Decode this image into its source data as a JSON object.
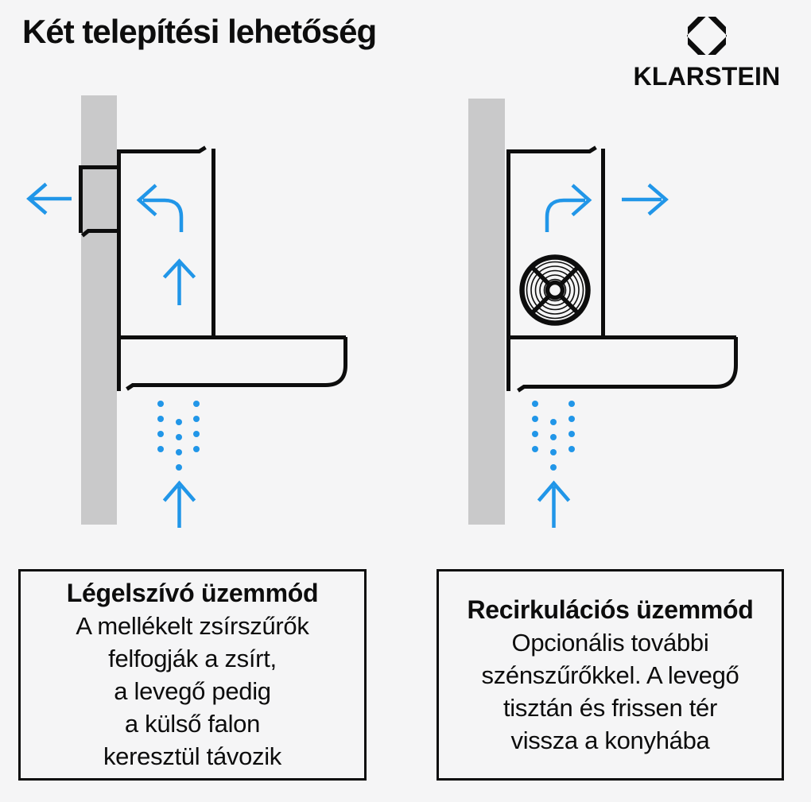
{
  "title": "Két telepítési lehetőség",
  "brand": {
    "name": "KLARSTEIN",
    "icon": "klarstein-diamond-icon"
  },
  "panels": [
    {
      "id": "extraction",
      "heading": "Légelszívó üzemmód",
      "lines": [
        "A mellékelt zsírszűrők",
        "felfogják a zsírt,",
        "a levegő pedig",
        "a külső falon",
        "keresztül távozik"
      ]
    },
    {
      "id": "recirculation",
      "heading": "Recirkulációs üzemmód",
      "lines": [
        "Opcionális további",
        "szénszűrőkkel. A levegő",
        "tisztán és frissen tér",
        "vissza a konyhába"
      ]
    }
  ],
  "diagram_icons": [
    "wall-icon",
    "wall-vent-box-icon",
    "hood-outline-icon",
    "arrow-left-out-icon",
    "arrow-curve-left-icon",
    "arrow-up-icon",
    "steam-dots-icon",
    "fan-filter-icon",
    "arrow-curve-right-icon",
    "arrow-right-out-icon"
  ],
  "colors": {
    "background": "#f5f5f6",
    "line_black": "#0d0d0d",
    "wall_gray": "#c9c9ca",
    "accent_blue": "#2196e8",
    "text": "#0d0d0d"
  }
}
